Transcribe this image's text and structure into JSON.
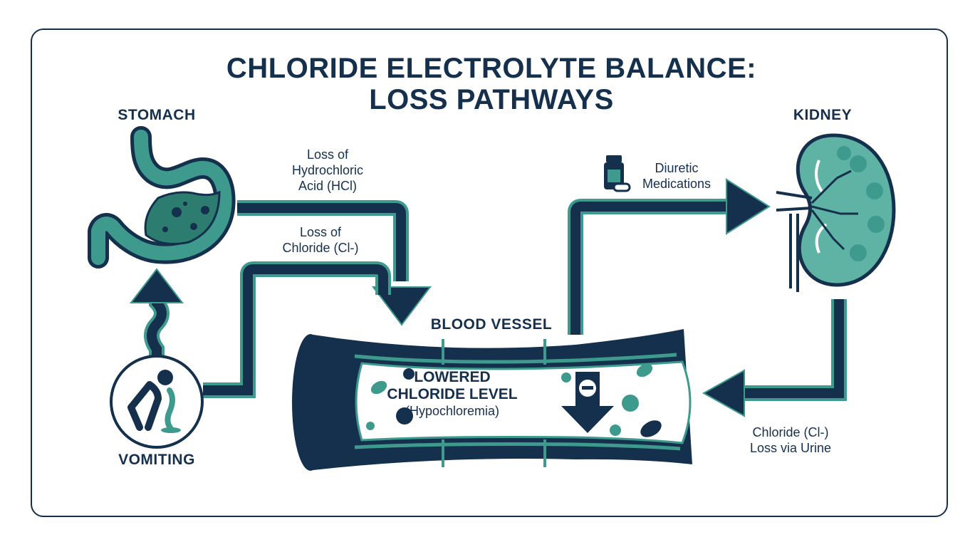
{
  "title": {
    "line1": "CHLORIDE ELECTROLYTE BALANCE:",
    "line2": "LOSS PATHWAYS"
  },
  "organs": {
    "stomach": "STOMACH",
    "kidney": "KIDNEY",
    "vomiting": "VOMITING",
    "vessel": "BLOOD VESSEL"
  },
  "pathways": {
    "hcl_loss": [
      "Loss of",
      "Hydrochloric",
      "Acid (HCl)"
    ],
    "chloride_loss": [
      "Loss of",
      "Chloride (Cl-)"
    ],
    "diuretic": [
      "Diuretic",
      "Medications"
    ],
    "urine_loss": [
      "Chloride (Cl-)",
      "Loss via Urine"
    ]
  },
  "vessel_status": {
    "line1": "LOWERED",
    "line2": "CHLORIDE LEVEL",
    "line3": "(Hypochloremia)",
    "indicator": "minus-arrow-icon"
  },
  "colors": {
    "navy": "#15304d",
    "teal": "#3d9a8c",
    "light_teal": "#7cc2b5",
    "background": "#ffffff"
  }
}
